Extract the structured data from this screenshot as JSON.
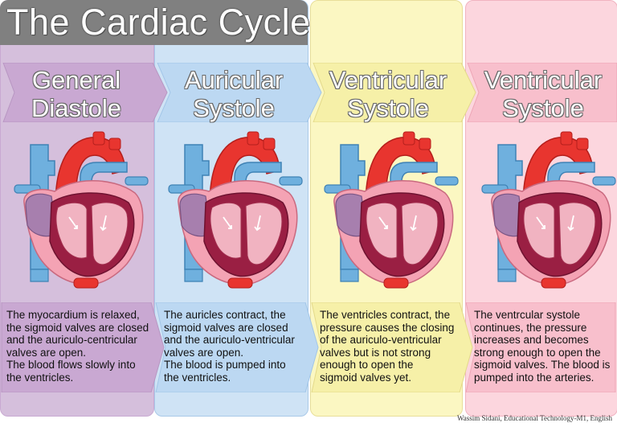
{
  "title": "The Cardiac Cycle",
  "phases": [
    {
      "heading_line1": "General",
      "heading_line2": "Diastole",
      "description": [
        "The myocardium is relaxed,",
        "the sigmoid valves are closed",
        "and the auriculo-centricular",
        "valves are open.",
        "The blood flows slowly into",
        "the ventricles."
      ]
    },
    {
      "heading_line1": "Auricular",
      "heading_line2": "Systole",
      "description": [
        "The auricles contract, the",
        "sigmoid valves are closed",
        "and the auriculo-ventricular",
        "valves are open.",
        "The blood is pumped into",
        "the ventricles."
      ]
    },
    {
      "heading_line1": "Ventricular",
      "heading_line2": "Systole",
      "description": [
        "The ventricles contract, the",
        "pressure causes the closing",
        "of the auriculo-ventricular",
        "valves but is not strong",
        "enough to open the",
        "sigmoid valves yet."
      ]
    },
    {
      "heading_line1": "Ventricular",
      "heading_line2": "Systole",
      "description": [
        "The ventrcular systole",
        "continues, the pressure",
        "increases and becomes",
        "strong enough to open the",
        "sigmoid valves. The blood is",
        "pumped into the arteries."
      ]
    }
  ],
  "credit": "Wassim Sidani, Educational Technology-M1, English",
  "colors": {
    "diastole": "#c9a8d2",
    "auricular": "#bcd8f2",
    "ventricular": "#f6f0a8",
    "ventricular2": "#f8bfcc",
    "artery": "#e8352f",
    "vein": "#6fb0de",
    "muscle": "#9a1f43"
  }
}
